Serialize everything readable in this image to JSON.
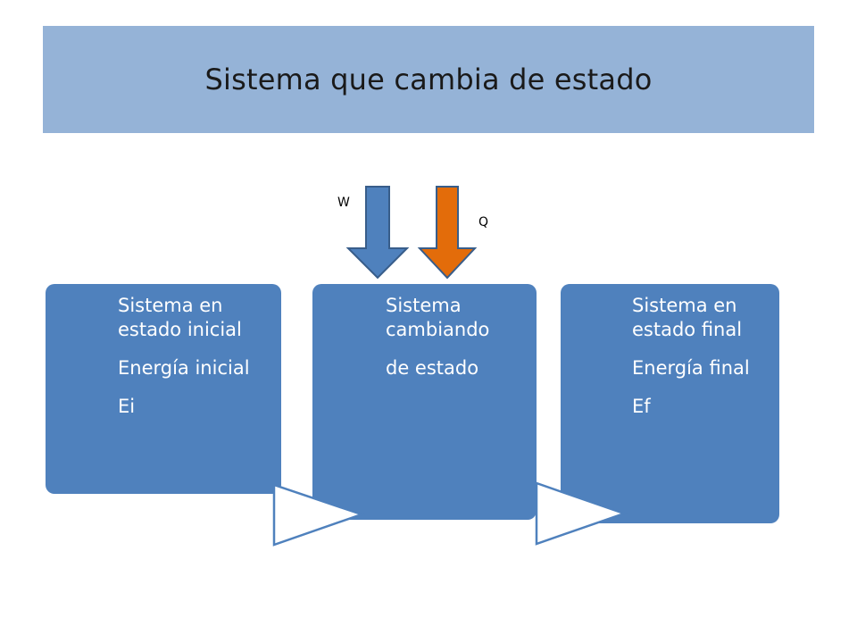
{
  "title": "Sistema que cambia de estado",
  "boxes": {
    "initial": {
      "line1": "Sistema en",
      "line2": "estado inicial",
      "line3": "Energía inicial",
      "line4": "Ei"
    },
    "changing": {
      "line1": "Sistema",
      "line2": "cambiando",
      "line3": " de estado"
    },
    "final": {
      "line1": "Sistema en",
      "line2": "estado final",
      "line3": "Energía final",
      "line4": "Ef"
    }
  },
  "inputs": {
    "work": {
      "label": "W",
      "color": "#4f81bd"
    },
    "heat": {
      "label": "Q",
      "color": "#e36c0a"
    }
  },
  "colors": {
    "title_bg": "#95b3d7",
    "box_fill": "#4f81bd",
    "connector_stroke": "#4f81bd"
  }
}
